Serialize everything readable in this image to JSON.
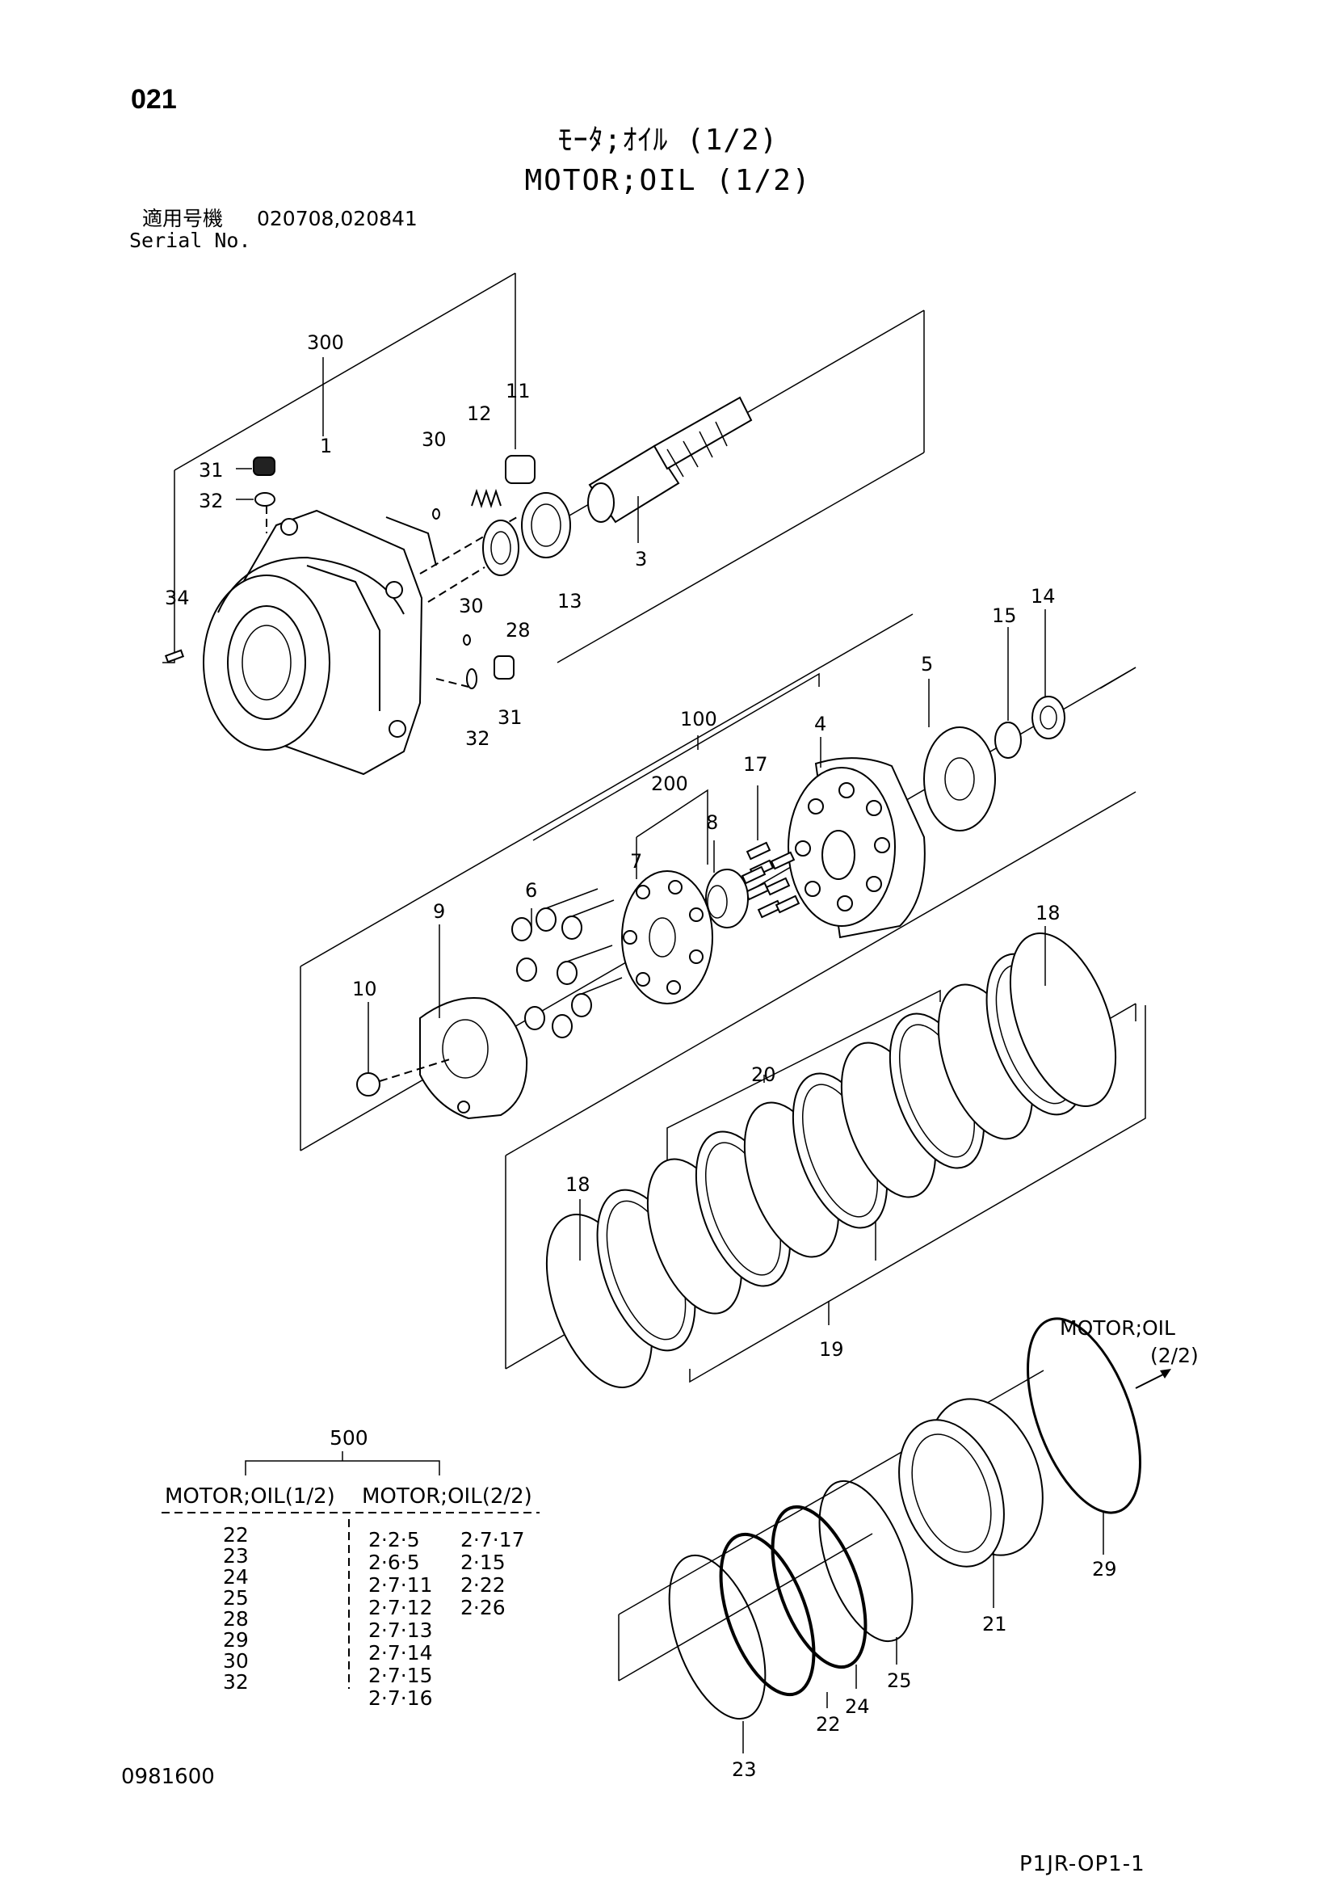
{
  "header": {
    "page_no": "021",
    "title_jp": "ﾓｰﾀ;ｵｲﾙ (1/2)",
    "title_en": "MOTOR;OIL (1/2)",
    "serial_jp_label": "適用号機",
    "serial_numbers": "020708,020841",
    "serial_en_label": "Serial No."
  },
  "footer": {
    "doc_code": "0981600",
    "page_code": "P1JR-OP1-1"
  },
  "part_numbers": {
    "p300": "300",
    "p1": "1",
    "p30a": "30",
    "p12": "12",
    "p11": "11",
    "p31a": "31",
    "p32a": "32",
    "p3": "3",
    "p34": "34",
    "p28": "28",
    "p13": "13",
    "p30b": "30",
    "p32b": "32",
    "p31b": "31",
    "p15": "15",
    "p14": "14",
    "p5": "5",
    "p100": "100",
    "p4": "4",
    "p200": "200",
    "p17": "17",
    "p8": "8",
    "p7": "7",
    "p6": "6",
    "p9": "9",
    "p10": "10",
    "p18a": "18",
    "p20": "20",
    "p18b": "18",
    "p19": "19",
    "p21": "21",
    "p29": "29",
    "p25": "25",
    "p24": "24",
    "p22": "22",
    "p23": "23"
  },
  "continuation": {
    "label": "MOTOR;OIL",
    "page": "(2/2)"
  },
  "kit_table": {
    "group_no": "500",
    "col1_header": "MOTOR;OIL(1/2)",
    "col2_header": "MOTOR;OIL(2/2)",
    "col1": [
      "22",
      "23",
      "24",
      "25",
      "28",
      "29",
      "30",
      "32"
    ],
    "col2a": [
      "2·2·5",
      "2·6·5",
      "2·7·11",
      "2·7·12",
      "2·7·13",
      "2·7·14",
      "2·7·15",
      "2·7·16"
    ],
    "col2b": [
      "2·7·17",
      "2·15",
      "2·22",
      "2·26"
    ]
  }
}
